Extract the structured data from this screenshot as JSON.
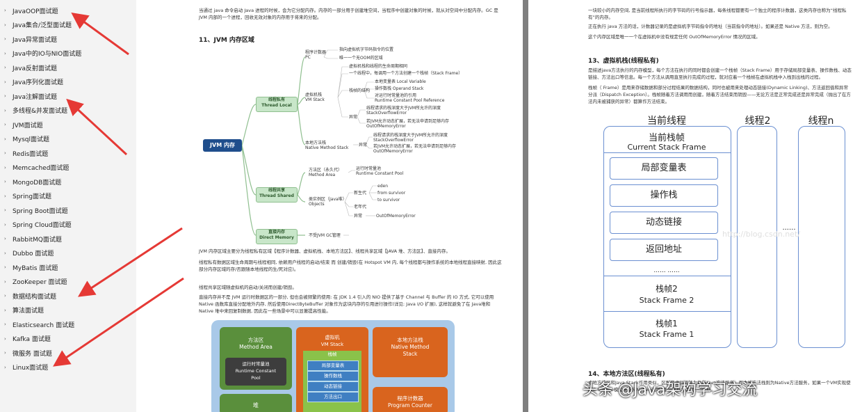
{
  "sidebar": {
    "items": [
      "JavaOOP面试题",
      "Java集合/泛型面试题",
      "Java异常面试题",
      "Java中的IO与NIO面试题",
      "Java反射面试题",
      "Java序列化面试题",
      "Java注解面试题",
      "多线程&并发面试题",
      "JVM面试题",
      "Mysql面试题",
      "Redis面试题",
      "Memcached面试题",
      "MongoDB面试题",
      "Spring面试题",
      "Spring Boot面试题",
      "Spring Cloud面试题",
      "RabbitMQ面试题",
      "Dubbo 面试题",
      "MyBatis 面试题",
      "ZooKeeper 面试题",
      "数据结构面试题",
      "算法面试题",
      "Elasticsearch 面试题",
      "Kafka 面试题",
      "微服务 面试题",
      "Linux面试题"
    ]
  },
  "left_page": {
    "intro": "当通过 java 命令启动 Java 进程的时候，会为它分配内存。内存的一部分用于创建堆空间，当程序中创建对象的时候，就从对空间中分配内存。GC 是 JVM 内部的一个进程，回收无效对象的内存用于将来的分配。",
    "section_title": "11、JVM 内存区域",
    "mindmap": {
      "root": "JVM 内存",
      "thread_local": "线程私有\nThread Local",
      "thread_shared": "线程共享\nThread Shared",
      "direct_memory": "直接内存\nDirect Memory",
      "pc": "程序计数器\nPC",
      "pc_1": "指向虚拟机字节码指令的位置",
      "pc_2": "唯一一个无OOM的区域",
      "vm_stack": "虚拟机栈\nVM Stack",
      "vs_1": "虚拟机栈和线程的生命周期相同",
      "vs_2": "一个线程中，每调用一个方法创建一个栈帧（Stack Frame）",
      "vs_3": "栈帧的结构",
      "vs_3a": "本地变量表 Local Variable",
      "vs_3b": "操作数栈 Operand Stack",
      "vs_3c": "对运行时常量池的引用\nRuntime Constant Pool Reference",
      "vs_4": "异常",
      "vs_4a": "线程请求的栈深度大于JVM所允许的深度\nStackOverflowError",
      "vs_4b": "若JVM允许动态扩展，若无法申请到足够内存\nOutOfMemoryError",
      "native": "本地方法栈\nNative Method Stack",
      "nm_1": "异常",
      "nm_1a": "线程请求的栈深度大于JVM所允许的深度\nStackOverflowError",
      "nm_1b": "若JVM允许动态扩展，若无法申请到足够内存\nOutOfMemoryError",
      "method_area": "方法区（永久代）\nMethod Area",
      "ma_1": "运行时常量池\nRuntime Constant Pool",
      "heap": "类实例区（Java堆）\nObjects",
      "h_young": "新生代",
      "h_eden": "eden",
      "h_from": "from survivor",
      "h_to": "to survivor",
      "h_old": "老年代",
      "h_ex": "异常",
      "h_oom": "OutOfMemoryError",
      "dm_1": "不受JVM GC管理"
    },
    "p1": "JVM 内存区域主要分为线程私有区域【程序计数器、虚拟机栈、本地方法区】、线程共享区域【JAVA 堆、方法区】、直接内存。",
    "p2": "线程私有数据区域生命周期与线程相同, 依赖用户线程的启动/结束 而 创建/销毁(在 Hotspot VM 内, 每个线程都与操作系统的本地线程直接映射, 因此这部分内存区域的存/否跟随本地线程的生/死对应)。",
    "p3": "线程共享区域随虚拟机的启动/关闭而创建/销毁。",
    "p4": "直接内存并不是 JVM 运行时数据区的一部分, 但也会被频繁的使用: 在 JDK 1.4 引入的 NIO 提供了基于 Channel 与 Buffer 的 IO 方式, 它可以使用 Native 函数库直接分配堆外内存, 然后使用DirectByteBuffer 对象作为这块内存的引用进行操作(详见: Java I/O 扩展), 这样就避免了在 Java堆和 Native 堆中来回复制数据, 因此在一些场景中可以显著提高性能。",
    "diagram": {
      "method_area": "方法区\nMethod Area",
      "rcp": "运行时常量池\nRuntime Constant\nPool",
      "vm_stack": "虚拟机\nVM Stack",
      "frame": "栈帧",
      "frame_items": [
        "局部变量表",
        "操作数栈",
        "动态链接",
        "方法出口"
      ],
      "native": "本地方法栈\nNative Method\nStack",
      "heap": "堆",
      "pc": "程序计数器\nProgram Counter"
    }
  },
  "right_page": {
    "top_1": "一块较小的内存空间, 是当前线程所执行的字节码的行号指示器，每条线程都要有一个独立的程序计数器，这类内存也称为“线程私有”的内存。",
    "top_2": "正在执行 java 方法的话，计数器记录的是虚拟机字节码指令的地址（当前指令的地址）。如果还是 Native 方法，则为空。",
    "top_3": "这个内存区域是唯一一个在虚拟机中没有规定任何 OutOfMemoryError 情况的区域。",
    "section_13": "13、虚拟机栈(线程私有)",
    "p13_1": "是描述java方法执行的内存模型，每个方法在执行的同时都会创建一个栈帧（Stack Frame）用于存储局部变量表、操作数栈、动态链接、方法出口等信息。每一个方法从调用直至执行完成的过程，就对应着一个栈帧在虚拟机栈中入栈到出栈的过程。",
    "p13_2": "栈帧（ Frame）是用来存储数据和部分过程结果的数据结构，同时也被用来处理动态链接(Dynamic Linking)、方法返回值和异常分派（Dispatch Exception）。栈帧随着方法调用而创建，随着方法结束而销毁——无论方法是正常完成还是异常完成（抛出了在方法内未被捕获的异常）都算作方法结束。",
    "diagram": {
      "current_thread": "当前线程",
      "thread2": "线程2",
      "threadn": "线程n",
      "current_frame": "当前栈帧",
      "current_frame_en": "Current Stack Frame",
      "items": [
        "局部变量表",
        "操作栈",
        "动态链接",
        "返回地址"
      ],
      "dots": "...... ......",
      "dots2": "......",
      "frame2": "栈帧2",
      "frame2_en": "Stack Frame 2",
      "frame1": "栈帧1",
      "frame1_en": "Stack Frame 1",
      "url_watermark": "http://blog.csdn.net/"
    },
    "section_14": "14、本地方法区(线程私有)",
    "p14": "本地方法区和Java Stack作用类似，区别是虚拟机栈为执行Java方法服务，而本地方法栈则为Native方法服务，如果一个VM实现使用C-linkage模型来支持Native调用, 那么该栈将会是一个C栈。"
  },
  "watermark": "头条 @Java架构学习交流",
  "colors": {
    "mindmap_root": "#1f4e8c",
    "diagram_green": "#5a8f3c",
    "diagram_orange": "#d9641e",
    "diagram_blue_bg": "#a9c9e8",
    "arrow_red": "#e53935"
  }
}
